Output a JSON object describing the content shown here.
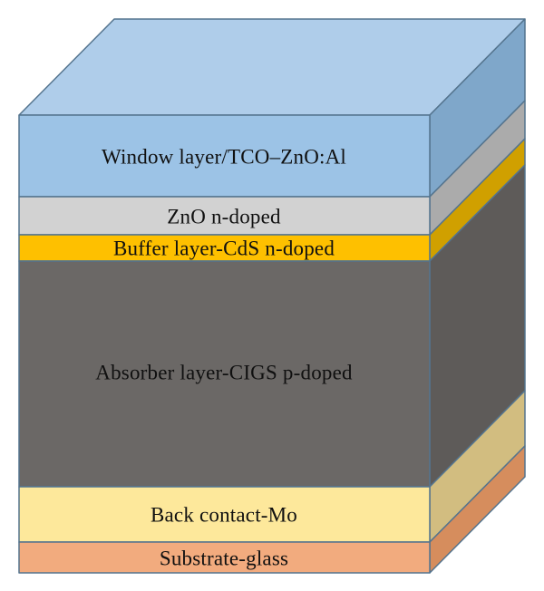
{
  "diagram": {
    "description_labels_text_color": "#101010",
    "background_color": "#ffffff",
    "layers": [
      {
        "id": "window",
        "label": "Window layer/TCO–ZnO:Al",
        "front_color": "#9cc3e6",
        "top_color": "#afcdea",
        "side_color": "#7fa7ca"
      },
      {
        "id": "zno",
        "label": "ZnO n-doped",
        "front_color": "#d2d2d2",
        "side_color": "#ababab"
      },
      {
        "id": "buffer",
        "label": "Buffer layer-CdS n-doped",
        "front_color": "#fec000",
        "side_color": "#d0a000"
      },
      {
        "id": "absorber",
        "label": "Absorber layer-CIGS p-doped",
        "front_color": "#6b6866",
        "side_color": "#5e5b59"
      },
      {
        "id": "back_contact",
        "label": "Back contact-Mo",
        "front_color": "#fde89b",
        "side_color": "#d2bd80"
      },
      {
        "id": "substrate",
        "label": "Substrate-glass",
        "front_color": "#f2ab7e",
        "side_color": "#d68d5d"
      }
    ]
  }
}
